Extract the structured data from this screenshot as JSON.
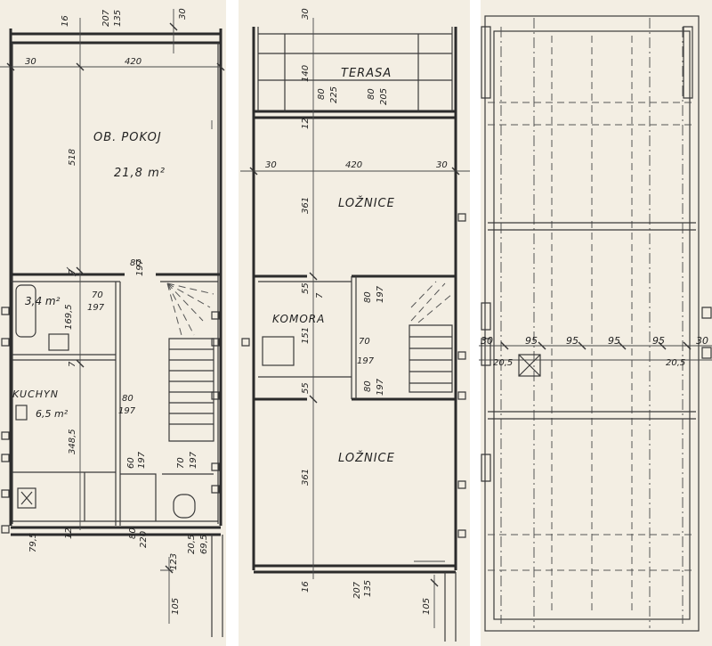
{
  "plan_ground": {
    "rooms": {
      "living": "OB. POKOJ",
      "living_area": "21,8 m²",
      "bath_area": "3,4 m²",
      "kitchen": "KUCHYN",
      "kitchen_area": "6,5 m²"
    },
    "dims": {
      "top_a": "16",
      "top_b": "207",
      "top_c": "135",
      "top_d": "30",
      "left_30": "30",
      "width_420": "420",
      "height_518": "518",
      "wall_7a": "7",
      "door_80": "80",
      "door_197": "197",
      "door_70": "70",
      "door_197b": "197",
      "bath_1695": "169,5",
      "wall_7b": "7",
      "door_80b": "80",
      "door_197c": "197",
      "kitchen_3485": "348,5",
      "door_60": "60",
      "door_197d": "197",
      "door_70b": "70",
      "door_197e": "197",
      "bottom_12": "12",
      "bottom_80": "80",
      "bottom_220": "220",
      "bottom_795": "79,5",
      "bottom_123": "123",
      "bottom_205": "20,5",
      "bottom_695": "69,5",
      "bottom_105": "105"
    }
  },
  "plan_upper": {
    "rooms": {
      "terrace": "TERASA",
      "bedroom1": "LOŽNICE",
      "storage": "KOMORA",
      "bedroom2": "LOŽNICE"
    },
    "dims": {
      "top_30": "30",
      "terr_140": "140",
      "terr_80a": "80",
      "terr_225": "225",
      "terr_80b": "80",
      "terr_205": "205",
      "wall_12": "12",
      "left_30": "30",
      "width_420": "420",
      "right_30": "30",
      "bed_361": "361",
      "wall_55a": "55",
      "wall_7": "7",
      "stair_80": "80",
      "stair_197": "197",
      "store_151": "151",
      "door_70": "70",
      "door_197": "197",
      "wall_55b": "55",
      "door_80": "80",
      "door_197b": "197",
      "bed2_361": "361",
      "bottom_16": "16",
      "bottom_207": "207",
      "bottom_135": "135",
      "bottom_105": "105"
    }
  },
  "plan_roof": {
    "dims": {
      "d30a": "30",
      "d95a": "95",
      "d95b": "95",
      "d95c": "95",
      "d95d": "95",
      "d30b": "30",
      "d205a": "20,5",
      "d205b": "20,5"
    }
  }
}
